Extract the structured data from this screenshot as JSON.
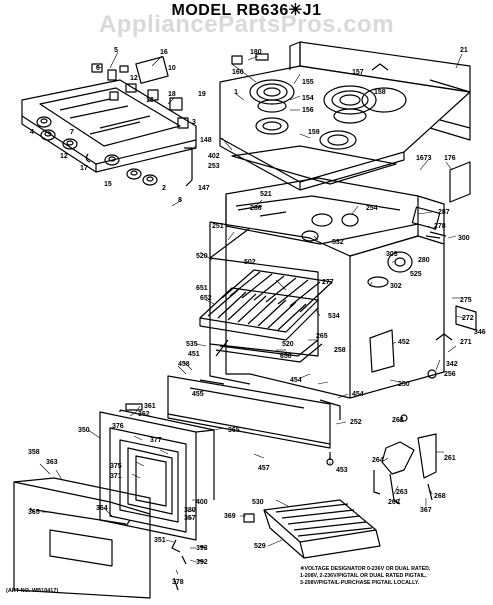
{
  "title": "MODEL RB636✳J1",
  "watermark": "AppliancePartsPros.com",
  "art_number": "(ART NO. WB10417)",
  "voltage_note": [
    "✳VOLTAGE DESIGNATOR 0-236V OR DUAL RATED,",
    "1-208V, 2-236V/PIGTAIL OR DUAL RATED PIGTAIL,",
    "3-208V/PIGTAIL-PURCHASE PIGTAIL LOCALLY."
  ],
  "callouts": [
    {
      "id": "c5",
      "text": "5"
    },
    {
      "id": "c16",
      "text": "16"
    },
    {
      "id": "c180",
      "text": "180"
    },
    {
      "id": "c21",
      "text": "21"
    },
    {
      "id": "c6",
      "text": "6"
    },
    {
      "id": "c10",
      "text": "10"
    },
    {
      "id": "c160",
      "text": "160"
    },
    {
      "id": "c157",
      "text": "157"
    },
    {
      "id": "c12a",
      "text": "12"
    },
    {
      "id": "c155",
      "text": "155"
    },
    {
      "id": "c158",
      "text": "158"
    },
    {
      "id": "c1",
      "text": "1"
    },
    {
      "id": "c18",
      "text": "18"
    },
    {
      "id": "c19",
      "text": "19"
    },
    {
      "id": "c13",
      "text": "13"
    },
    {
      "id": "c154",
      "text": "154"
    },
    {
      "id": "c156",
      "text": "156"
    },
    {
      "id": "c3",
      "text": "3"
    },
    {
      "id": "c159",
      "text": "159"
    },
    {
      "id": "c4",
      "text": "4"
    },
    {
      "id": "c7",
      "text": "7"
    },
    {
      "id": "c12b",
      "text": "12"
    },
    {
      "id": "c17",
      "text": "17"
    },
    {
      "id": "c148",
      "text": "148"
    },
    {
      "id": "c402",
      "text": "402"
    },
    {
      "id": "c253",
      "text": "253"
    },
    {
      "id": "c1673",
      "text": "1673"
    },
    {
      "id": "c176",
      "text": "176"
    },
    {
      "id": "c15",
      "text": "15"
    },
    {
      "id": "c2",
      "text": "2"
    },
    {
      "id": "c147",
      "text": "147"
    },
    {
      "id": "c8",
      "text": "8"
    },
    {
      "id": "c521",
      "text": "521"
    },
    {
      "id": "c286",
      "text": "286"
    },
    {
      "id": "c254",
      "text": "254"
    },
    {
      "id": "c287",
      "text": "287"
    },
    {
      "id": "c278",
      "text": "278"
    },
    {
      "id": "c300",
      "text": "300"
    },
    {
      "id": "c251",
      "text": "251"
    },
    {
      "id": "c532",
      "text": "532"
    },
    {
      "id": "c520",
      "text": "520"
    },
    {
      "id": "c502",
      "text": "502"
    },
    {
      "id": "c303",
      "text": "303"
    },
    {
      "id": "c280",
      "text": "280"
    },
    {
      "id": "c525",
      "text": "525"
    },
    {
      "id": "c277",
      "text": "277"
    },
    {
      "id": "c302",
      "text": "302"
    },
    {
      "id": "c651",
      "text": "651"
    },
    {
      "id": "c652",
      "text": "652"
    },
    {
      "id": "c275",
      "text": "275"
    },
    {
      "id": "c534",
      "text": "534"
    },
    {
      "id": "c272",
      "text": "272"
    },
    {
      "id": "c346",
      "text": "346"
    },
    {
      "id": "c535",
      "text": "535"
    },
    {
      "id": "c520b",
      "text": "520"
    },
    {
      "id": "c265",
      "text": "265"
    },
    {
      "id": "c271",
      "text": "271"
    },
    {
      "id": "c451",
      "text": "451"
    },
    {
      "id": "c650",
      "text": "650"
    },
    {
      "id": "c258",
      "text": "258"
    },
    {
      "id": "c452",
      "text": "452"
    },
    {
      "id": "c342",
      "text": "342"
    },
    {
      "id": "c458",
      "text": "458"
    },
    {
      "id": "c256",
      "text": "256"
    },
    {
      "id": "c454",
      "text": "454"
    },
    {
      "id": "c250",
      "text": "250"
    },
    {
      "id": "c455",
      "text": "455"
    },
    {
      "id": "c454b",
      "text": "454"
    },
    {
      "id": "c361",
      "text": "361"
    },
    {
      "id": "c362",
      "text": "362"
    },
    {
      "id": "c252",
      "text": "252"
    },
    {
      "id": "c262",
      "text": "262"
    },
    {
      "id": "c350",
      "text": "350"
    },
    {
      "id": "c376",
      "text": "376"
    },
    {
      "id": "c365",
      "text": "365"
    },
    {
      "id": "c261",
      "text": "261"
    },
    {
      "id": "c377",
      "text": "377"
    },
    {
      "id": "c358",
      "text": "358"
    },
    {
      "id": "c363",
      "text": "363"
    },
    {
      "id": "c264",
      "text": "264"
    },
    {
      "id": "c375",
      "text": "375"
    },
    {
      "id": "c457",
      "text": "457"
    },
    {
      "id": "c453",
      "text": "453"
    },
    {
      "id": "c371",
      "text": "371"
    },
    {
      "id": "c263",
      "text": "263"
    },
    {
      "id": "c260",
      "text": "260"
    },
    {
      "id": "c268",
      "text": "268"
    },
    {
      "id": "c367",
      "text": "367"
    },
    {
      "id": "c400",
      "text": "400"
    },
    {
      "id": "c530",
      "text": "530"
    },
    {
      "id": "c365b",
      "text": "365"
    },
    {
      "id": "c364",
      "text": "364"
    },
    {
      "id": "c380",
      "text": "380"
    },
    {
      "id": "c357",
      "text": "357"
    },
    {
      "id": "c369",
      "text": "369"
    },
    {
      "id": "c351",
      "text": "351"
    },
    {
      "id": "c393",
      "text": "393"
    },
    {
      "id": "c529",
      "text": "529"
    },
    {
      "id": "c392",
      "text": "392"
    },
    {
      "id": "c378",
      "text": "378"
    }
  ]
}
